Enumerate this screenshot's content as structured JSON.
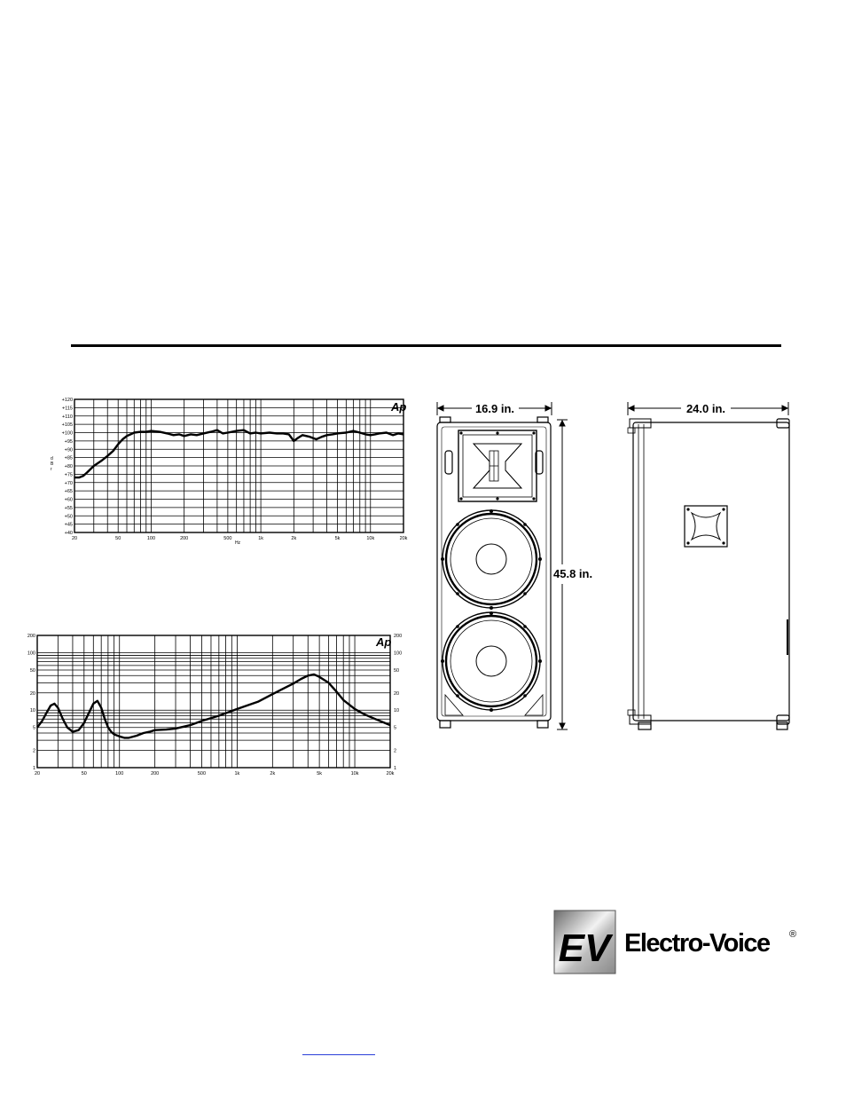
{
  "charts": {
    "frequency_response": {
      "ylabel_lines": [
        "d",
        "B",
        "r"
      ],
      "xlabel": "Hz",
      "logo": "Ap"
    },
    "impedance": {
      "xlabel": "",
      "logo": "Ap"
    }
  },
  "chart_data": [
    {
      "type": "line",
      "title": "",
      "xlabel": "Hz",
      "ylabel": "dBr",
      "x_scale": "log",
      "xlim": [
        20,
        20000
      ],
      "ylim": [
        40,
        120
      ],
      "x_ticks": [
        20,
        50,
        100,
        200,
        500,
        1000,
        2000,
        5000,
        10000,
        20000
      ],
      "x_tick_labels": [
        "20",
        "50",
        "100",
        "200",
        "500",
        "1k",
        "2k",
        "5k",
        "10k",
        "20k"
      ],
      "y_ticks": [
        40,
        45,
        50,
        55,
        60,
        65,
        70,
        75,
        80,
        85,
        90,
        95,
        100,
        105,
        110,
        115,
        120
      ],
      "y_tick_labels": [
        "+40",
        "+45",
        "+50",
        "+55",
        "+60",
        "+65",
        "+70",
        "+75",
        "+80",
        "+85",
        "+90",
        "+95",
        "+100",
        "+105",
        "+110",
        "+115",
        "+120"
      ],
      "grid": true,
      "series": [
        {
          "x": [
            20,
            22,
            24,
            26,
            30,
            35,
            40,
            45,
            50,
            55,
            60,
            65,
            70,
            80,
            90,
            100,
            120,
            140,
            160,
            180,
            200,
            230,
            260,
            300,
            350,
            400,
            450,
            500,
            600,
            700,
            800,
            900,
            1000,
            1200,
            1400,
            1600,
            1800,
            2000,
            2200,
            2400,
            2800,
            3200,
            3600,
            4000,
            4500,
            5000,
            6000,
            7000,
            8000,
            9000,
            10000,
            11000,
            12000,
            14000,
            16000,
            18000,
            20000
          ],
          "y": [
            73,
            73,
            74,
            76,
            80,
            83,
            86,
            89,
            93,
            96,
            98,
            99,
            100,
            100.5,
            100.5,
            101,
            100.5,
            99.5,
            98.5,
            99,
            98,
            99,
            98.5,
            99.5,
            100.5,
            101.5,
            99.5,
            100,
            101,
            101.5,
            99.5,
            100,
            99.5,
            100,
            99.5,
            99.5,
            99,
            95,
            97,
            98.5,
            97.5,
            96,
            97.5,
            98.5,
            99,
            99.5,
            100,
            101,
            100,
            99,
            98.5,
            99,
            99.5,
            100,
            98.5,
            99.5,
            99
          ]
        }
      ]
    },
    {
      "type": "line",
      "title": "",
      "xlabel": "",
      "ylabel": "",
      "x_scale": "log",
      "y_scale": "log",
      "xlim": [
        20,
        20000
      ],
      "ylim": [
        1,
        200
      ],
      "x_ticks": [
        20,
        50,
        100,
        200,
        500,
        1000,
        2000,
        5000,
        10000,
        20000
      ],
      "x_tick_labels": [
        "20",
        "50",
        "100",
        "200",
        "500",
        "1k",
        "2k",
        "5k",
        "10k",
        "20k"
      ],
      "y_ticks": [
        1,
        2,
        5,
        10,
        20,
        50,
        100,
        200
      ],
      "y_tick_labels": [
        "1",
        "2",
        "5",
        "10",
        "20",
        "50",
        "100",
        "200"
      ],
      "grid": true,
      "series": [
        {
          "x": [
            20,
            22,
            24,
            26,
            28,
            30,
            33,
            36,
            40,
            45,
            50,
            55,
            60,
            65,
            70,
            75,
            80,
            85,
            90,
            100,
            110,
            120,
            140,
            160,
            180,
            200,
            250,
            300,
            400,
            500,
            700,
            1000,
            1500,
            2000,
            2500,
            3000,
            3500,
            4000,
            4500,
            5000,
            6000,
            7000,
            8000,
            10000,
            12000,
            15000,
            18000,
            20000
          ],
          "y": [
            5,
            6.5,
            9,
            12,
            13,
            11,
            7,
            5,
            4.2,
            4.5,
            6,
            9,
            13,
            14.5,
            11,
            7,
            5,
            4.2,
            3.8,
            3.5,
            3.3,
            3.3,
            3.6,
            4,
            4.2,
            4.5,
            4.6,
            4.8,
            5.5,
            6.5,
            8,
            10.5,
            14,
            19,
            24,
            29,
            35,
            40,
            42,
            38,
            30,
            21,
            15,
            10.5,
            8.5,
            7,
            6,
            5.5
          ]
        }
      ]
    }
  ],
  "dimensions": {
    "front_width": "16.9 in.",
    "front_height": "45.8 in.",
    "side_depth": "24.0 in."
  },
  "brand": {
    "logo_mark": "EV",
    "name": "Electro-Voice",
    "registered": "®"
  }
}
